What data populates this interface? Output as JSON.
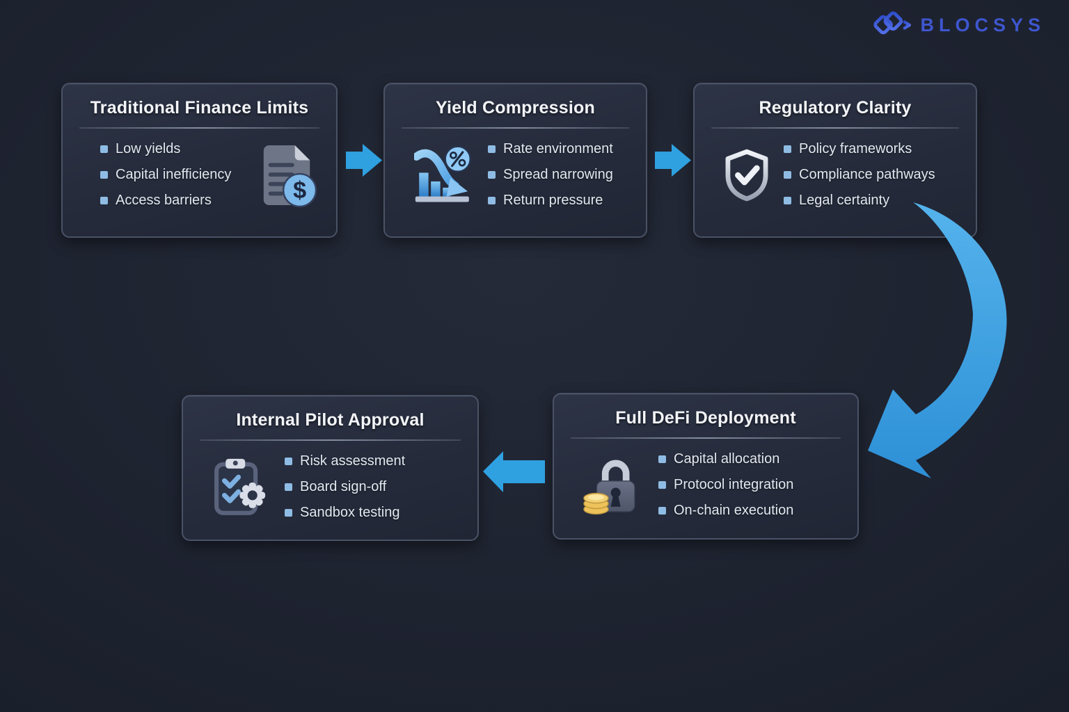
{
  "logo": {
    "brand": "BLOCSYS",
    "icon": "blocsys-diamonds-icon"
  },
  "cards": [
    {
      "title": "Traditional Finance Limits",
      "icon": "document-dollar-icon",
      "items": [
        "Low yields",
        "Capital inefficiency",
        "Access barriers"
      ]
    },
    {
      "title": "Yield Compression",
      "icon": "declining-chart-percent-icon",
      "items": [
        "Rate environment",
        "Spread narrowing",
        "Return pressure"
      ]
    },
    {
      "title": "Regulatory Clarity",
      "icon": "shield-check-icon",
      "items": [
        "Policy frameworks",
        "Compliance pathways",
        "Legal certainty"
      ]
    },
    {
      "title": "Internal Pilot Approval",
      "icon": "clipboard-checklist-gear-icon",
      "items": [
        "Risk assessment",
        "Board sign-off",
        "Sandbox testing"
      ]
    },
    {
      "title": "Full DeFi Deployment",
      "icon": "lock-coins-icon",
      "items": [
        "Capital allocation",
        "Protocol integration",
        "On-chain execution"
      ]
    }
  ],
  "flow": {
    "sequence": [
      "Traditional Finance Limits",
      "Yield Compression",
      "Regulatory Clarity",
      "Full DeFi Deployment",
      "Internal Pilot Approval"
    ],
    "arrows": [
      {
        "name": "arrow-traditional-to-yield",
        "direction": "right"
      },
      {
        "name": "arrow-yield-to-regulatory",
        "direction": "right"
      },
      {
        "name": "arrow-regulatory-to-deployment",
        "direction": "curved-down-left"
      },
      {
        "name": "arrow-deployment-to-pilot",
        "direction": "left"
      }
    ]
  },
  "colors": {
    "background": "#1e2330",
    "card_background": "#262c3c",
    "card_border": "#4a5266",
    "divider": "#8a93a6",
    "title_text": "#f3f5f9",
    "item_text": "#e3e8f0",
    "bullet": "#8fbce4",
    "arrow_blue": "#2fa0e0",
    "logo_blue": "#3e56cf",
    "coin_gold": "#eec25a"
  }
}
